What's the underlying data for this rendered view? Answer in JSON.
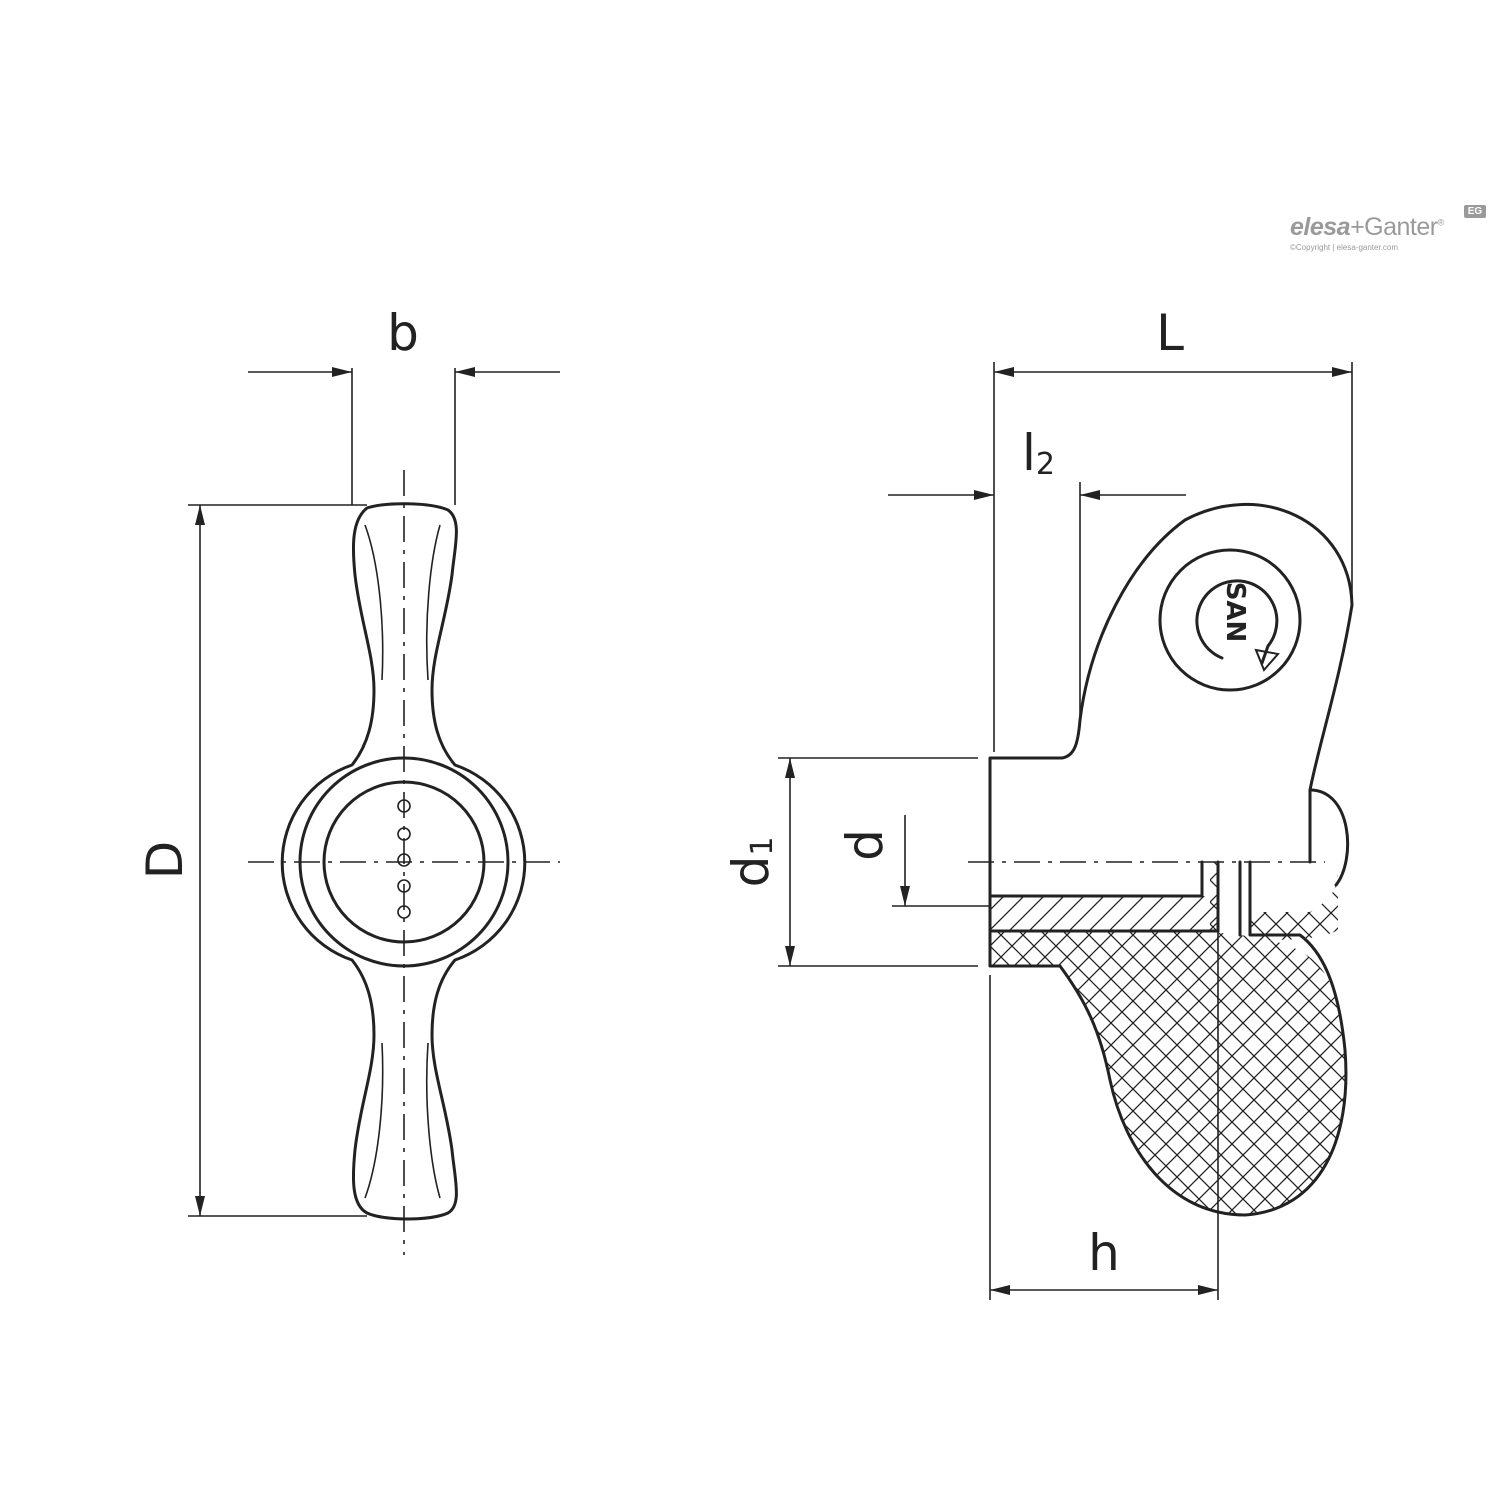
{
  "brand": {
    "elesa": "elesa",
    "plus_ganter": "+Ganter",
    "trademark": "®",
    "badge": "EG",
    "copyright": "©Copyright | elesa-ganter.com"
  },
  "dimensions": {
    "b": "b",
    "D": "D",
    "L": "L",
    "l2_main": "l",
    "l2_sub": "2",
    "d1_main": "d",
    "d1_sub": "1",
    "d": "d",
    "h": "h"
  },
  "marking": {
    "material": "SAN"
  }
}
